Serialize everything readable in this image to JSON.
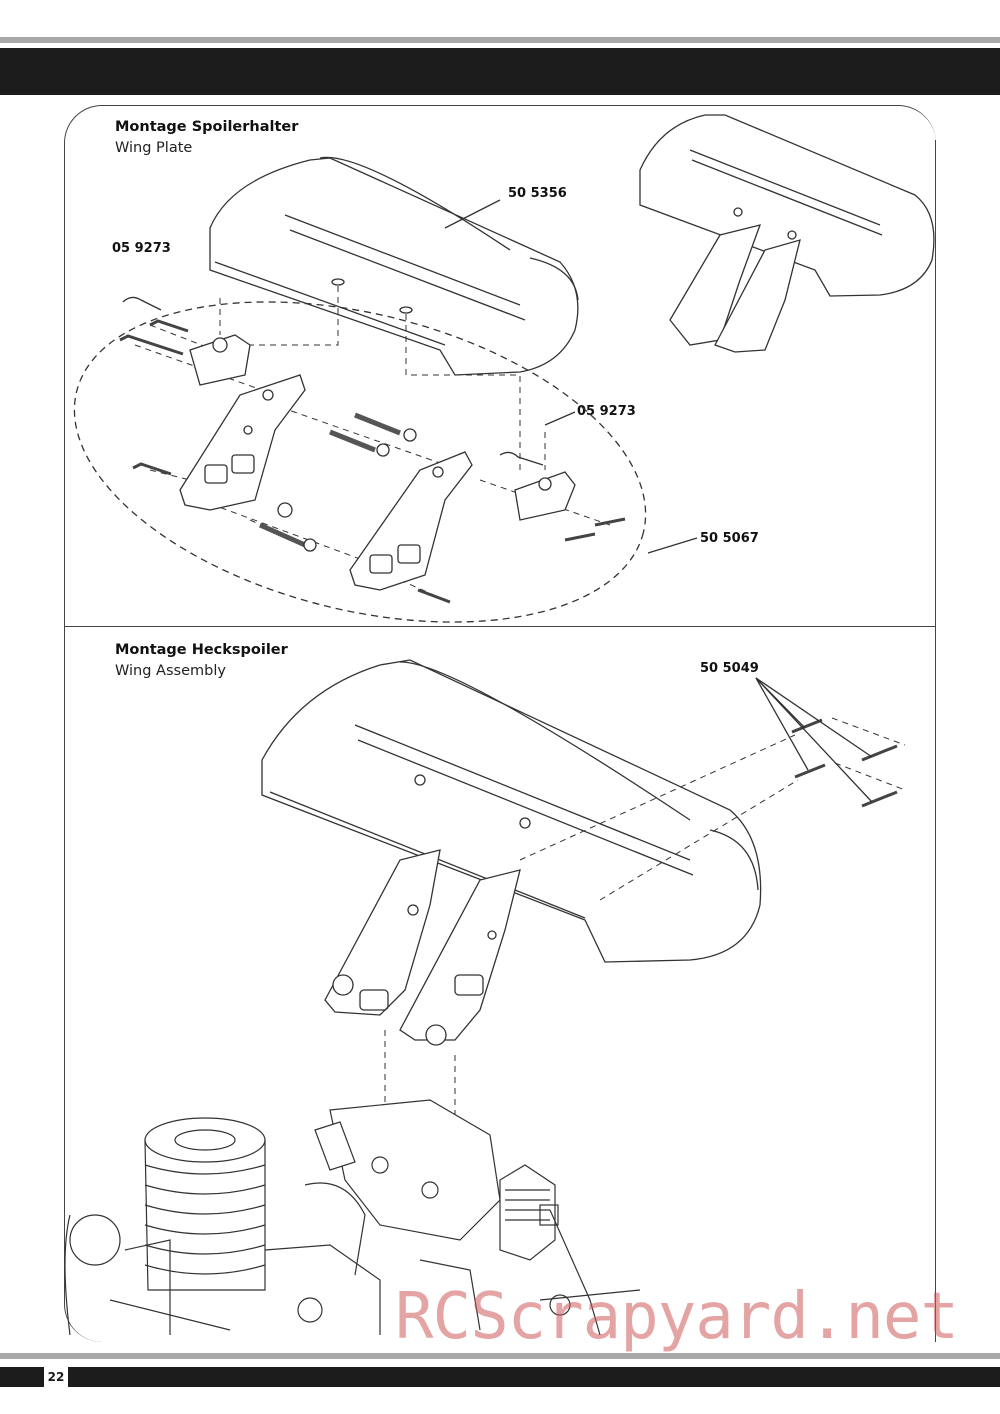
{
  "section_top": {
    "title": "Montage Spoilerhalter",
    "subtitle": "Wing Plate"
  },
  "section_bottom": {
    "title": "Montage Heckspoiler",
    "subtitle": "Wing Assembly"
  },
  "parts": {
    "wing": "50 5356",
    "clip_left": "05 9273",
    "clip_right": "05 9273",
    "mount_set": "50 5067",
    "screws": "50 5049"
  },
  "footer": {
    "page_number": "22"
  },
  "watermark": "RCScrapyard.net",
  "colors": {
    "header_bar": "#1c1c1c",
    "rule_gray": "#a8a8a8",
    "line_art": "#333333"
  }
}
